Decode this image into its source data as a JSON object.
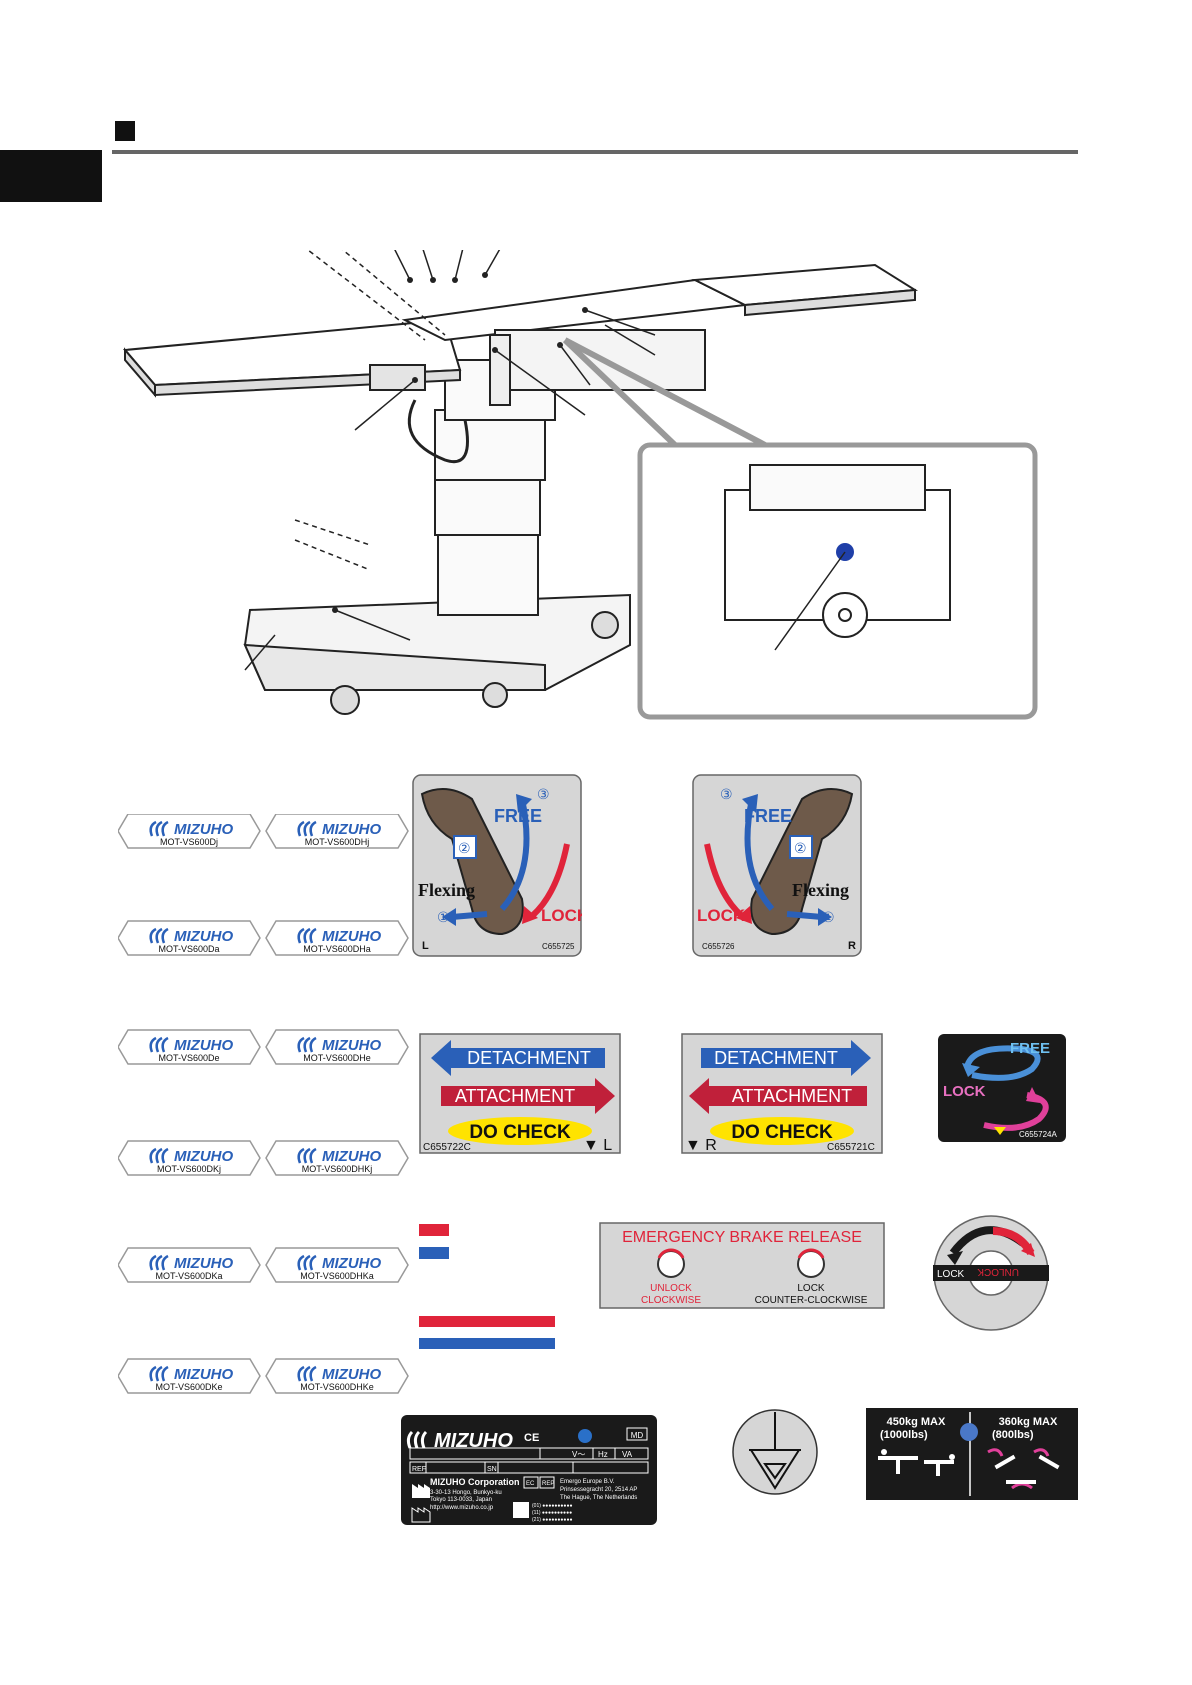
{
  "colors": {
    "blue": "#2a60b8",
    "red": "#e0243a",
    "yellow": "#ffe300",
    "dark": "#1a1a1a",
    "grey": "#c8c8c8",
    "pink": "#e0409a"
  },
  "model_labels": {
    "brand": "MIZUHO",
    "r1": [
      "MOT-VS600Dj",
      "MOT-VS600DHj"
    ],
    "r2": [
      "MOT-VS600Da",
      "MOT-VS600DHa"
    ],
    "r3": [
      "MOT-VS600De",
      "MOT-VS600DHe"
    ],
    "r4": [
      "MOT-VS600DKj",
      "MOT-VS600DHKj"
    ],
    "r5": [
      "MOT-VS600DKa",
      "MOT-VS600DHKa"
    ],
    "r6": [
      "MOT-VS600DKe",
      "MOT-VS600DHKe"
    ]
  },
  "flex_left": {
    "free": "FREE",
    "lock": "LOCK",
    "flexing": "Flexing",
    "n1": "①",
    "n2": "②",
    "n3": "③",
    "side": "L",
    "code": "C655725"
  },
  "flex_right": {
    "free": "FREE",
    "lock": "LOCK",
    "flexing": "Flexing",
    "n1": "①",
    "n2": "②",
    "n3": "③",
    "side": "R",
    "code": "C655726"
  },
  "detach_left": {
    "detach": "DETACHMENT",
    "attach": "ATTACHMENT",
    "check": "DO CHECK",
    "code": "C655722C",
    "side": "▼ L"
  },
  "detach_right": {
    "detach": "DETACHMENT",
    "attach": "ATTACHMENT",
    "check": "DO CHECK",
    "code": "C655721C",
    "side": "▼ R"
  },
  "rotate_label": {
    "free": "FREE",
    "lock": "LOCK",
    "code": "C655724A"
  },
  "brake_label": {
    "title": "EMERGENCY BRAKE RELEASE",
    "unlock": [
      "UNLOCK",
      "CLOCKWISE"
    ],
    "lock": [
      "LOCK",
      "COUNTER-CLOCKWISE"
    ]
  },
  "dial_label": {
    "lock": "LOCK",
    "unlock": "UNLOCK"
  },
  "rating_plate": {
    "brand": "MIZUHO",
    "ce": "CE",
    "md": "MD",
    "volt": "V～",
    "hz": "Hz",
    "va": "VA",
    "ref": "REF",
    "sn": "SN",
    "maker": "MIZUHO Corporation",
    "maker_addr": [
      "3-30-13 Hongo, Bunkyo-ku",
      "Tokyo 113-0033, Japan",
      "http://www.mizuho.co.jp"
    ],
    "ec": "EC",
    "rep": "REP",
    "rep_addr": [
      "Emergo Europe B.V.",
      "Prinsessegracht 20, 2514 AP",
      "The Hague, The Netherlands"
    ],
    "udi": [
      "(01) ●●●●●●●●●●",
      "(11) ●●●●●●●●●●",
      "(21) ●●●●●●●●●●"
    ]
  },
  "load_label": {
    "left_max": "450kg  MAX",
    "left_lbs": "(1000lbs)",
    "right_max": "360kg  MAX",
    "right_lbs": "(800lbs)"
  }
}
